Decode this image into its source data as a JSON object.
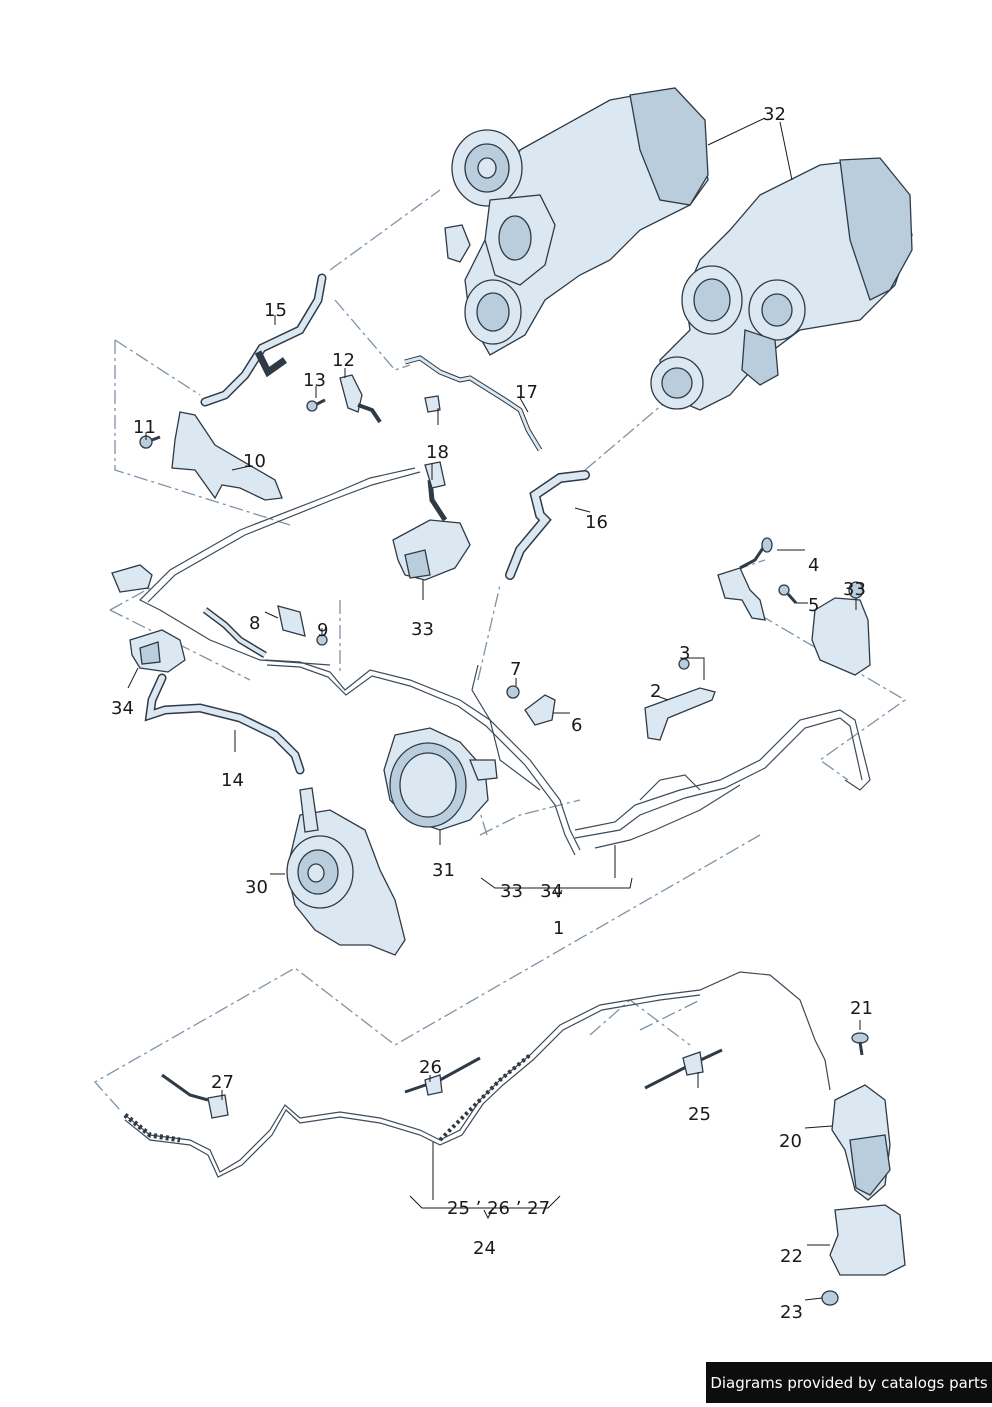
{
  "callouts": [
    {
      "id": "c1",
      "text": "1"
    },
    {
      "id": "c2",
      "text": "2"
    },
    {
      "id": "c3",
      "text": "3"
    },
    {
      "id": "c4",
      "text": "4"
    },
    {
      "id": "c5",
      "text": "5"
    },
    {
      "id": "c6",
      "text": "6"
    },
    {
      "id": "c7",
      "text": "7"
    },
    {
      "id": "c8",
      "text": "8"
    },
    {
      "id": "c9",
      "text": "9"
    },
    {
      "id": "c10",
      "text": "10"
    },
    {
      "id": "c11",
      "text": "11"
    },
    {
      "id": "c12",
      "text": "12"
    },
    {
      "id": "c13",
      "text": "13"
    },
    {
      "id": "c14",
      "text": "14"
    },
    {
      "id": "c15",
      "text": "15"
    },
    {
      "id": "c16",
      "text": "16"
    },
    {
      "id": "c17",
      "text": "17"
    },
    {
      "id": "c18",
      "text": "18"
    },
    {
      "id": "c20",
      "text": "20"
    },
    {
      "id": "c21",
      "text": "21"
    },
    {
      "id": "c22",
      "text": "22"
    },
    {
      "id": "c23",
      "text": "23"
    },
    {
      "id": "c24",
      "text": "24"
    },
    {
      "id": "c25a",
      "text": "25"
    },
    {
      "id": "c26",
      "text": "26"
    },
    {
      "id": "c27",
      "text": "27"
    },
    {
      "id": "c30",
      "text": "30"
    },
    {
      "id": "c31",
      "text": "31"
    },
    {
      "id": "c32",
      "text": "32"
    },
    {
      "id": "c33a",
      "text": "33"
    },
    {
      "id": "c33b",
      "text": "33"
    },
    {
      "id": "c34",
      "text": "34"
    }
  ],
  "groups": [
    {
      "id": "g1",
      "text": "33   34"
    },
    {
      "id": "g24",
      "text": "25 ʼ 26 ʼ 27"
    }
  ],
  "footer": {
    "text": "Diagrams provided by catalogs parts"
  }
}
